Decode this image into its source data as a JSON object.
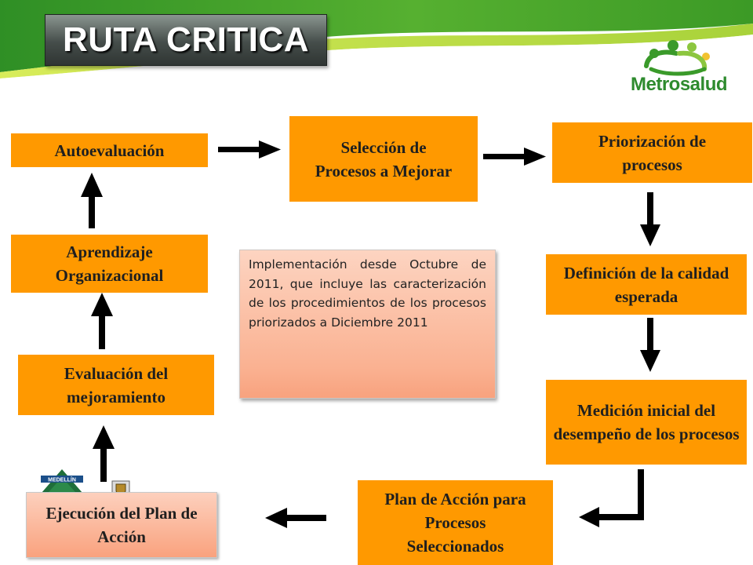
{
  "title": "RUTA CRITICA",
  "logo": {
    "text": "Metrosalud",
    "icon": "metrosalud-people-circle-icon",
    "color": "#2e8b2e"
  },
  "badge": {
    "text": "MEDELLÍN",
    "icon": "medellin-pyramid-logo-icon"
  },
  "colors": {
    "box": "#ff9900",
    "header_green": "#3a9a2a",
    "header_lime": "#c6e23c",
    "note": "#fab191"
  },
  "boxes": {
    "autoevaluacion": "Autoevaluación",
    "seleccion": "Selección de Procesos a Mejorar",
    "priorizacion": "Priorización de procesos",
    "definicion": "Definición de la calidad esperada",
    "medicion": "Medición inicial del desempeño de los procesos",
    "plan_accion": "Plan de Acción para Procesos Seleccionados",
    "ejecucion": "Ejecución del Plan de Acción",
    "evaluacion": "Evaluación del mejoramiento",
    "aprendizaje": "Aprendizaje Organizacional"
  },
  "note": "Implementación desde Octubre de 2011, que incluye las caracterización de los procedimientos de los procesos priorizados a Diciembre 2011"
}
